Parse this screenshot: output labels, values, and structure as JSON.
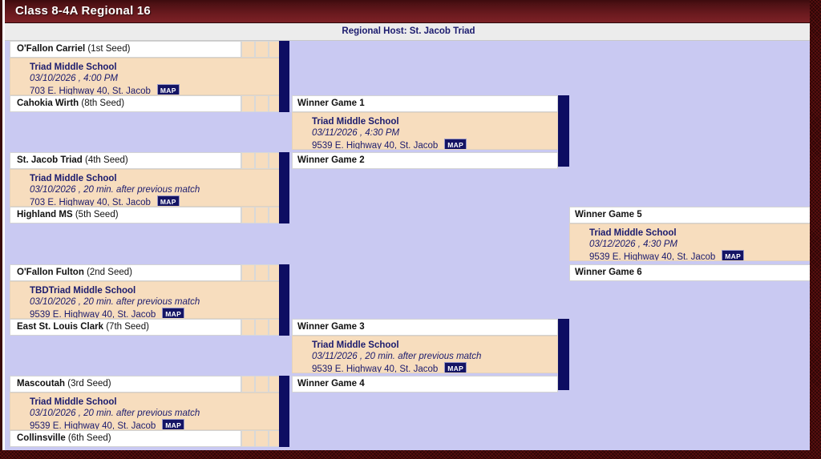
{
  "window": {
    "title": "Class 8-4A Regional 16",
    "host_label": "Regional Host: St. Jacob Triad"
  },
  "colors": {
    "title_bar": "#6b1a1f",
    "page_background": "#2a0606",
    "bracket_background": "#c9c9f2",
    "detail_panel": "#f7ddbe",
    "connector_navy": "#0d0d62",
    "text_navy": "#1b1b6e",
    "map_badge": "#141464"
  },
  "icons": {
    "map_badge_label": "MAP"
  },
  "round1": {
    "games": [
      {
        "game_number": 1,
        "top_team": {
          "name": "O'Fallon Carriel",
          "seed": "(1st Seed)"
        },
        "bottom_team": {
          "name": "Cahokia Wirth",
          "seed": "(8th Seed)"
        },
        "detail": {
          "venue": "Triad Middle School",
          "when": "03/10/2026 , 4:00 PM",
          "address": "703 E. Highway 40, St. Jacob",
          "map": "MAP"
        }
      },
      {
        "game_number": 2,
        "top_team": {
          "name": "St. Jacob Triad",
          "seed": "(4th Seed)"
        },
        "bottom_team": {
          "name": "Highland MS",
          "seed": "(5th Seed)"
        },
        "detail": {
          "venue": "Triad Middle School",
          "when": "03/10/2026 , 20 min. after previous match",
          "address": "703 E. Highway 40, St. Jacob",
          "map": "MAP"
        }
      },
      {
        "game_number": 3,
        "top_team": {
          "name": "O'Fallon Fulton",
          "seed": "(2nd Seed)"
        },
        "bottom_team": {
          "name": "East St. Louis Clark",
          "seed": "(7th Seed)"
        },
        "detail": {
          "venue": "TBDTriad Middle School",
          "when": "03/10/2026 , 20 min. after previous match",
          "address": "9539 E. Highway 40, St. Jacob",
          "map": "MAP"
        }
      },
      {
        "game_number": 4,
        "top_team": {
          "name": "Mascoutah",
          "seed": "(3rd Seed)"
        },
        "bottom_team": {
          "name": "Collinsville",
          "seed": "(6th Seed)"
        },
        "detail": {
          "venue": "Triad Middle School",
          "when": "03/10/2026 , 20 min. after previous match",
          "address": "9539 E. Highway 40, St. Jacob",
          "map": "MAP"
        }
      }
    ]
  },
  "round2": {
    "slots": [
      {
        "label": "Winner Game 1"
      },
      {
        "label": "Winner Game 2"
      },
      {
        "label": "Winner Game 3"
      },
      {
        "label": "Winner Game 4"
      }
    ],
    "details": [
      {
        "venue": "Triad Middle School",
        "when": "03/11/2026 , 4:30 PM",
        "address": "9539 E. Highway 40, St. Jacob",
        "map": "MAP"
      },
      {
        "venue": "Triad Middle School",
        "when": "03/11/2026 , 20 min. after previous match",
        "address": "9539 E. Highway 40, St. Jacob",
        "map": "MAP"
      }
    ]
  },
  "round3": {
    "slots": [
      {
        "label": "Winner Game 5"
      },
      {
        "label": "Winner Game 6"
      }
    ],
    "details": [
      {
        "venue": "Triad Middle School",
        "when": "03/12/2026 , 4:30 PM",
        "address": "9539 E. Highway 40, St. Jacob",
        "map": "MAP"
      }
    ]
  }
}
